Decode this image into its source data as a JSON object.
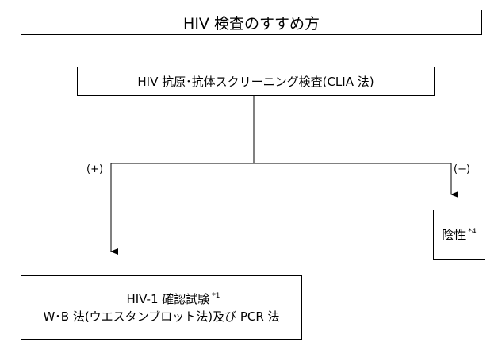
{
  "title": "HIV 検査のすすめ方",
  "screening": "HIV 抗原･抗体スクリーニング検査(CLIA 法)",
  "branches": {
    "positive_label": "(+)",
    "negative_label": "(−)"
  },
  "negative_result": {
    "label": "陰性",
    "note": "*4"
  },
  "confirmatory": {
    "line1": "HIV-1 確認試験",
    "line1_note": "*1",
    "line2": "W･B 法(ウエスタンブロット法)及び PCR 法"
  }
}
